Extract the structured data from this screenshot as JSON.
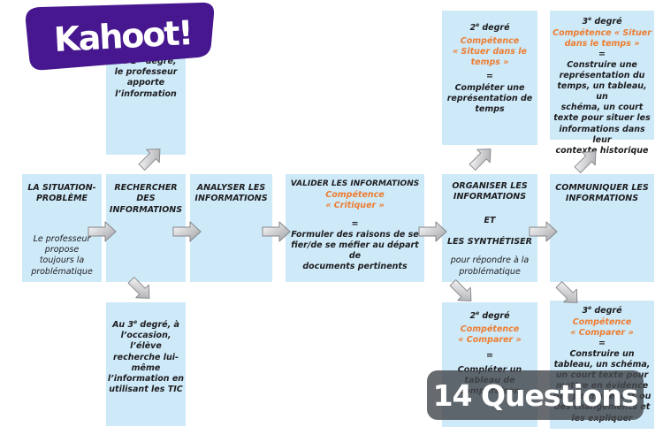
{
  "brand": {
    "logo_text": "Kahoot!",
    "purple": "#46178F"
  },
  "badge": {
    "label": "14 Questions"
  },
  "colors": {
    "box_blue": "#cee9f8",
    "orange": "#ED7D31",
    "text": "#1d1d1f",
    "overlay": "rgba(70,73,78,0.82)"
  },
  "flow": {
    "top_left": {
      "pre": "Au 1",
      "sup": "er",
      "post": " degré,\nle professeur\napporte\nl’information"
    },
    "step1": {
      "title": "LA SITUATION-\nPROBLÈME",
      "body": "Le professeur\npropose\ntoujours la\nproblématique"
    },
    "step2": {
      "title": "RECHERCHER\nDES\nINFORMATIONS"
    },
    "step3": {
      "title": "ANALYSER LES\nINFORMATIONS"
    },
    "step4": {
      "title": "VALIDER LES INFORMATIONS",
      "competence": "Compétence\n« Critiquer »",
      "eq": "=",
      "body": "Formuler des raisons de se\nfier/de se méfier au départ de\ndocuments pertinents"
    },
    "step5": {
      "title": "ORGANISER LES\nINFORMATIONS",
      "et": "ET",
      "synth": "LES SYNTHÉTISER",
      "body": "pour répondre à la\nproblématique"
    },
    "step6": {
      "title": "COMMUNIQUER LES\nINFORMATIONS"
    },
    "top_mid": {
      "deg_pre": "2",
      "deg_sup": "e",
      "deg_post": " degré",
      "competence": "Compétence\n« Situer dans le\ntemps »",
      "eq": "=",
      "body": "Compléter une\nreprésentation de\ntemps"
    },
    "top_right": {
      "deg_pre": "3",
      "deg_sup": "e",
      "deg_post": " degré",
      "competence": "Compétence « Situer\ndans le temps »",
      "eq": "=",
      "body": "Construire une\nreprésentation du\ntemps, un tableau, un\nschéma, un court\ntexte pour situer les\ninformations dans leur\ncontexte historique"
    },
    "bot_left": {
      "pre": "Au 3",
      "sup": "e",
      "post": " degré, à\nl’occasion,\nl’élève\nrecherche lui-\nmême\nl’information en\nutilisant les TIC"
    },
    "bot_mid": {
      "deg_pre": "2",
      "deg_sup": "e",
      "deg_post": " degré",
      "competence": "Compétence\n« Comparer »",
      "eq": "=",
      "body": "Compléter un\ntableau de\ncomparaison"
    },
    "bot_right": {
      "deg_pre": "3",
      "deg_sup": "e",
      "deg_post": " degré",
      "competence": "Compétence\n« Comparer »",
      "eq": "=",
      "body": "Construire un\ntableau, un schéma,\nun court texte pour\nmettre en évidence\ndes permanences ou\ndes changements et\nles expliquer"
    }
  }
}
